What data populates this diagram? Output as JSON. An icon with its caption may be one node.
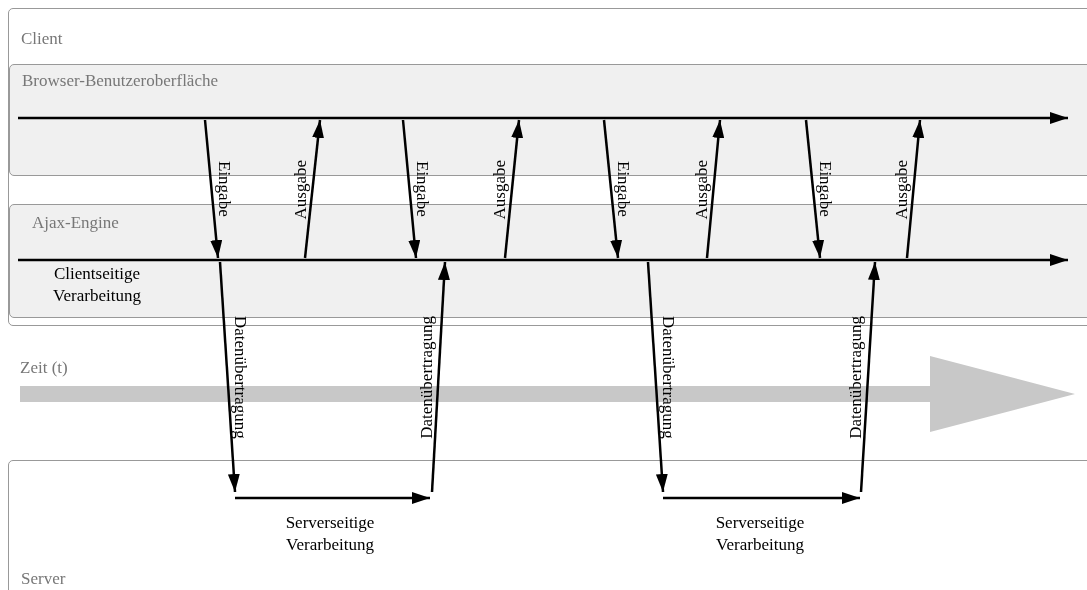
{
  "diagram": {
    "nodes": [
      {
        "text": [
          "Client"
        ]
      },
      {
        "text": [
          "Browser-Benutzeroberfläche"
        ],
        "in": 0
      },
      {
        "text": [
          "Ajax-Engine",
          "Clientseitige Verarbeitung"
        ],
        "in": 0
      },
      {
        "text": [
          "Server"
        ]
      }
    ],
    "edges": [
      {
        "from": 1,
        "to": 2,
        "arrow": "to",
        "label": "Eingabe"
      },
      {
        "from": 2,
        "to": 1,
        "arrow": "to",
        "label": "Ausgabe"
      },
      {
        "from": 2,
        "to": 3,
        "arrow": "to",
        "label": "Datenübertragung"
      },
      {
        "from": 1,
        "to": 2,
        "arrow": "to",
        "label": "Eingabe"
      },
      {
        "from": 2,
        "to": 1,
        "arrow": "to",
        "label": "Ausgabe"
      },
      {
        "from": 3,
        "to": 2,
        "arrow": "to",
        "label": "Datenübertragung"
      },
      {
        "from": 1,
        "to": 2,
        "arrow": "to",
        "label": "Eingabe"
      },
      {
        "from": 2,
        "to": 1,
        "arrow": "to",
        "label": "Ausgabe"
      },
      {
        "from": 2,
        "to": 3,
        "arrow": "to",
        "label": "Datenübertragung"
      },
      {
        "from": 1,
        "to": 2,
        "arrow": "to",
        "label": "Eingabe"
      },
      {
        "from": 2,
        "to": 1,
        "arrow": "to",
        "label": "Ausgabe"
      },
      {
        "from": 3,
        "to": 2,
        "arrow": "to",
        "label": "Datenübertragung"
      }
    ],
    "labels": [
      "Zeit (t)",
      "Serverseitige Verarbeitung",
      "Serverseitige Verarbeitung"
    ]
  }
}
